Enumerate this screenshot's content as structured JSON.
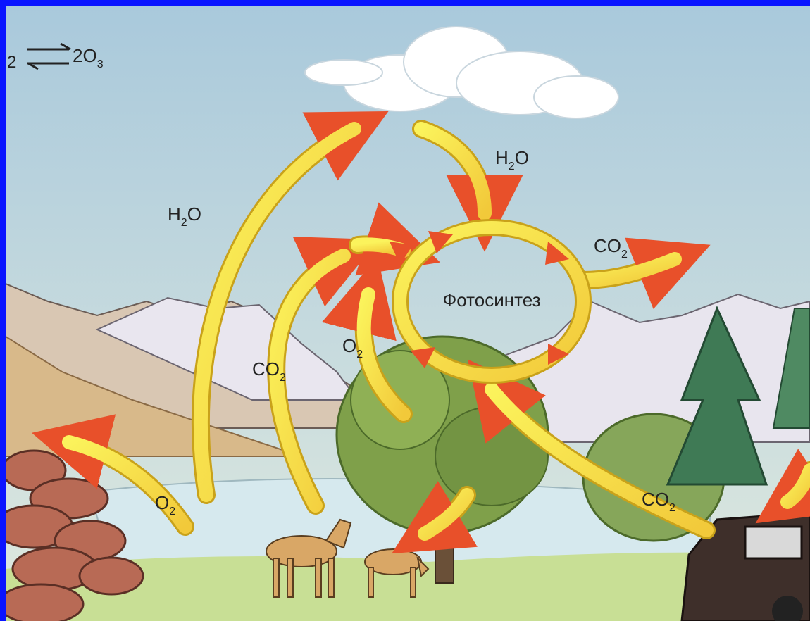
{
  "title_center": "Фотосинтез",
  "formula": {
    "left": "2",
    "right": "2O",
    "right_sub": "3"
  },
  "labels": [
    {
      "id": "h2o-up",
      "main": "H",
      "sub": "2",
      "tail": "O"
    },
    {
      "id": "h2o-down",
      "main": "H",
      "sub": "2",
      "tail": "O"
    },
    {
      "id": "co2-out",
      "main": "CO",
      "sub": "2",
      "tail": ""
    },
    {
      "id": "co2-left",
      "main": "CO",
      "sub": "2",
      "tail": ""
    },
    {
      "id": "o2-mid",
      "main": "O",
      "sub": "2",
      "tail": ""
    },
    {
      "id": "o2-low",
      "main": "O",
      "sub": "2",
      "tail": ""
    },
    {
      "id": "co2-car",
      "main": "CO",
      "sub": "2",
      "tail": ""
    }
  ],
  "colors": {
    "border": "#0a14ff",
    "arrow_fill": "#f7ef3a",
    "arrow_stroke": "#c9a21a",
    "arrow_head": "#e8502a",
    "sky_top": "#a9c9dc",
    "sky_bottom": "#d9e6dc",
    "grass": "#c8df95",
    "water": "#d6e9ee"
  }
}
